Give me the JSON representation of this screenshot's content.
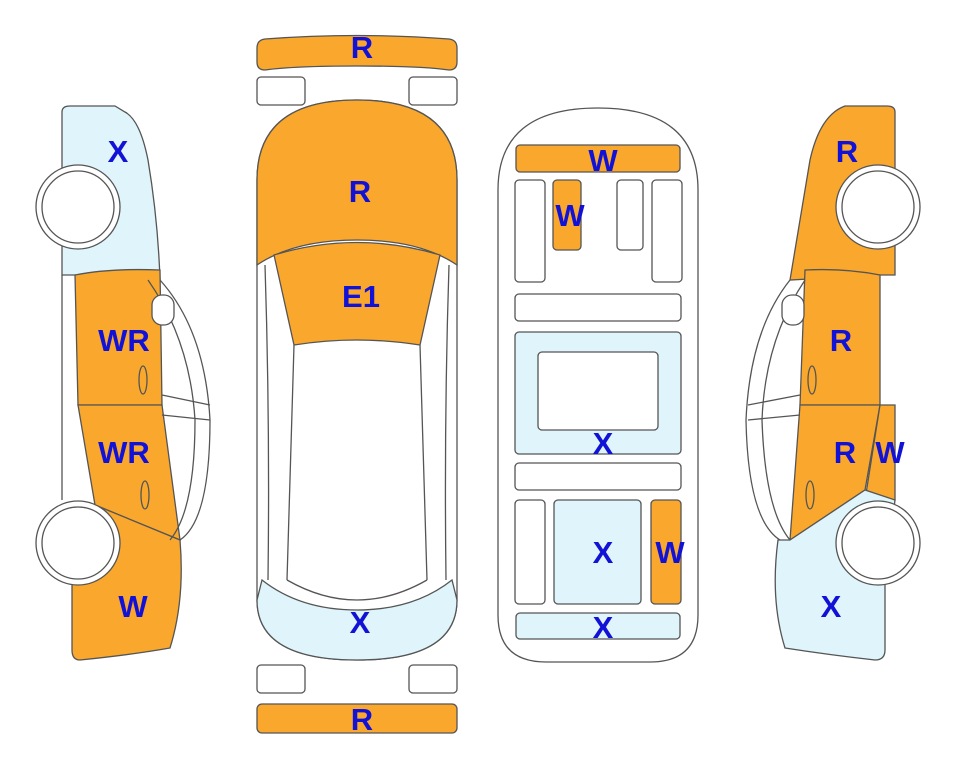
{
  "colors": {
    "damaged": "#F9A82D",
    "inspected": "#DFF5FB",
    "label": "#1212D6"
  },
  "labels": {
    "left_front": "X",
    "left_front_door": "WR",
    "left_rear_door": "WR",
    "left_rear": "W",
    "front_bumper": "R",
    "hood": "R",
    "windshield": "E1",
    "rear_window": "X",
    "rear_bumper": "R",
    "interior_dash": "W",
    "interior_front_seat": "W",
    "interior_floor_mid": "X",
    "interior_rear_seat": "X",
    "interior_rear_side": "W",
    "interior_trunk": "X",
    "right_front": "R",
    "right_front_door": "R",
    "right_rear_door": "R",
    "right_rear_door_extra": "W",
    "right_rear": "X"
  }
}
